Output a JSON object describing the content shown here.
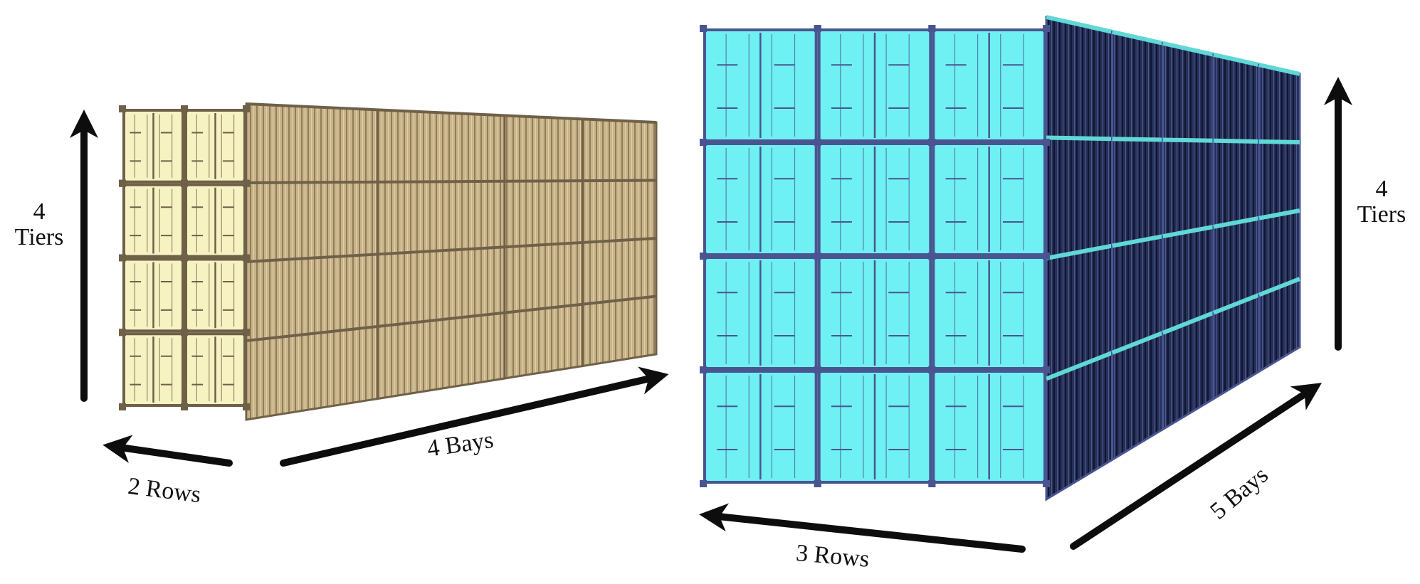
{
  "labels": {
    "left_tiers_count": "4",
    "left_tiers_word": "Tiers",
    "left_rows": "2 Rows",
    "left_bays": "4 Bays",
    "right_tiers_count": "4",
    "right_tiers_word": "Tiers",
    "right_rows": "3 Rows",
    "right_bays": "5 Bays"
  },
  "stacks": {
    "left": {
      "rows": 2,
      "bays": 4,
      "tiers": 4
    },
    "right": {
      "rows": 3,
      "bays": 5,
      "tiers": 4
    }
  },
  "colors": {
    "left_door_face": "#f7f2c2",
    "left_side_face": "#c9b48a",
    "left_frame": "#6f6048",
    "right_door_face": "#6ff0f2",
    "right_side_face": "#27305a",
    "right_frame": "#4a5590",
    "right_top_rail": "#5fd8d6",
    "arrow": "#0d0d0d"
  }
}
